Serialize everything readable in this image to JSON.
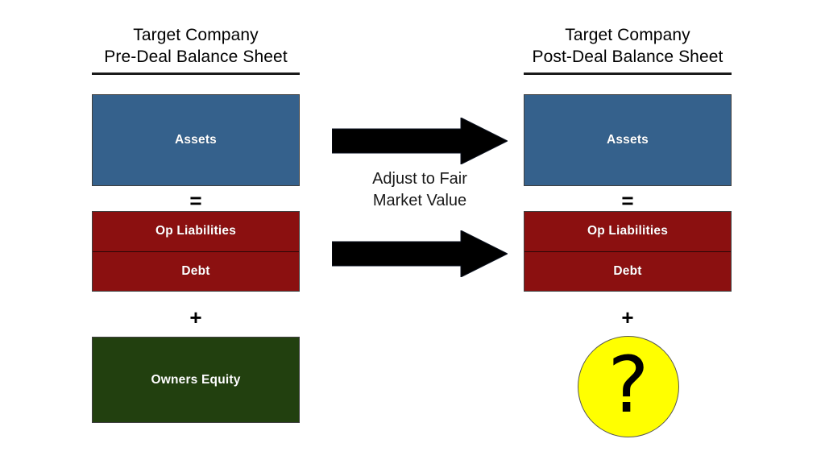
{
  "diagram": {
    "title_left_line1": "Target Company",
    "title_left_line2": "Pre-Deal Balance Sheet",
    "title_right_line1": "Target Company",
    "title_right_line2": "Post-Deal Balance Sheet",
    "caption_line1": "Adjust to Fair",
    "caption_line2": "Market Value",
    "operator_equals": "=",
    "operator_plus": "+",
    "question_mark": "?",
    "left_column": {
      "assets_label": "Assets",
      "op_liabilities_label": "Op Liabilities",
      "debt_label": "Debt",
      "equity_label": "Owners Equity"
    },
    "right_column": {
      "assets_label": "Assets",
      "op_liabilities_label": "Op Liabilities",
      "debt_label": "Debt",
      "equity_unknown": "?"
    },
    "colors": {
      "assets": "#35618C",
      "liabilities": "#8B1010",
      "equity": "#22400F",
      "unknown_circle": "#FFFF00",
      "arrow": "#000000",
      "text_on_block": "#FFFFFF",
      "text_default": "#000000",
      "background": "#FFFFFF"
    },
    "icons": {
      "arrow_top": "right-block-arrow-icon",
      "arrow_bottom": "right-block-arrow-icon",
      "unknown": "question-mark-circle-icon"
    }
  }
}
